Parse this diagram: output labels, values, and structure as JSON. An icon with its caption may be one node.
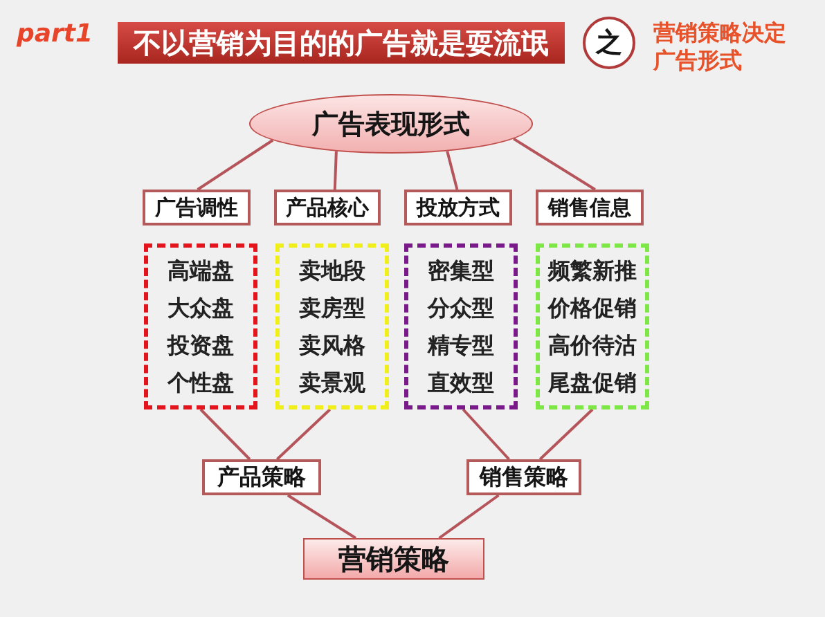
{
  "diagram": {
    "title": "不以营销为目的的广告就是耍流氓",
    "nodes": [
      {
        "text": [
          "之"
        ]
      },
      {
        "text": [
          "广告表现形式"
        ]
      },
      {
        "text": [
          "广告调性"
        ]
      },
      {
        "text": [
          "产品核心"
        ]
      },
      {
        "text": [
          "投放方式"
        ]
      },
      {
        "text": [
          "销售信息"
        ]
      },
      {
        "text": [
          "高端盘",
          "大众盘",
          "投资盘",
          "个性盘"
        ]
      },
      {
        "text": [
          "卖地段",
          "卖房型",
          "卖风格",
          "卖景观"
        ]
      },
      {
        "text": [
          "密集型",
          "分众型",
          "精专型",
          "直效型"
        ]
      },
      {
        "text": [
          "频繁新推",
          "价格促销",
          "高价待沽",
          "尾盘促销"
        ]
      },
      {
        "text": [
          "产品策略"
        ]
      },
      {
        "text": [
          "销售策略"
        ]
      },
      {
        "text": [
          "营销策略"
        ]
      }
    ],
    "edges": [
      {
        "from": 1,
        "to": 2,
        "arrow": "none"
      },
      {
        "from": 1,
        "to": 3,
        "arrow": "none"
      },
      {
        "from": 1,
        "to": 4,
        "arrow": "none"
      },
      {
        "from": 1,
        "to": 5,
        "arrow": "none"
      },
      {
        "from": 6,
        "to": 10,
        "arrow": "none"
      },
      {
        "from": 7,
        "to": 10,
        "arrow": "none"
      },
      {
        "from": 8,
        "to": 11,
        "arrow": "none"
      },
      {
        "from": 9,
        "to": 11,
        "arrow": "none"
      },
      {
        "from": 10,
        "to": 12,
        "arrow": "none"
      },
      {
        "from": 11,
        "to": 12,
        "arrow": "none"
      }
    ],
    "labels": [
      "part1",
      "营销策略决定广告形式"
    ]
  }
}
